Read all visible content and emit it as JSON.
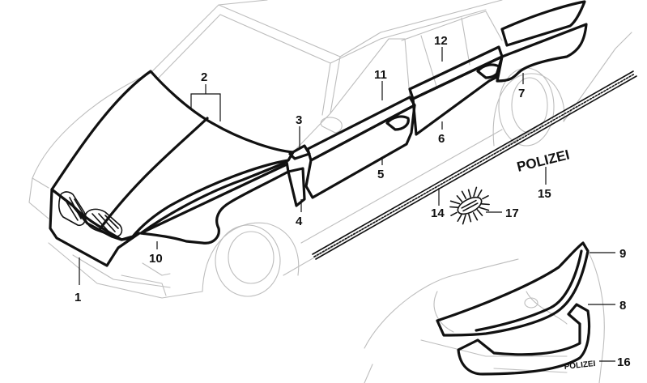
{
  "diagram": {
    "callouts": {
      "c1": "1",
      "c2": "2",
      "c3": "3",
      "c4": "4",
      "c5": "5",
      "c6": "6",
      "c7": "7",
      "c8": "8",
      "c9": "9",
      "c10": "10",
      "c11": "11",
      "c12": "12",
      "c14": "14",
      "c15": "15",
      "c16": "16",
      "c17": "17"
    },
    "stickers": {
      "door_text": "POLIZEI",
      "trunk_text": "POLIZEI"
    },
    "colors": {
      "outline": "#111111",
      "ghost": "#bdbdbd",
      "background": "#ffffff"
    }
  }
}
